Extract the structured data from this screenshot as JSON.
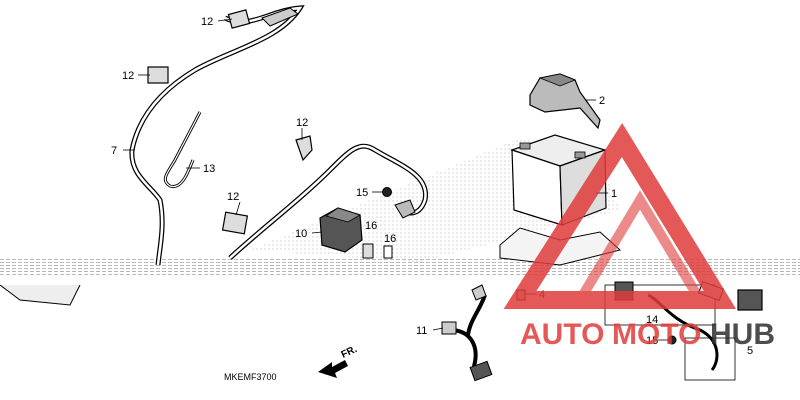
{
  "diagram": {
    "code": "MKEMF3700",
    "direction": "FR.",
    "callouts": {
      "c1": "1",
      "c2": "2",
      "c4": "4",
      "c5": "5",
      "c7": "7",
      "c10": "10",
      "c11": "11",
      "c12a": "12",
      "c12b": "12",
      "c12c": "12",
      "c12d": "12",
      "c13": "13",
      "c14": "14",
      "c15a": "15",
      "c15b": "15",
      "c16a": "16",
      "c16b": "16"
    }
  },
  "watermark": {
    "part1": "AUTO",
    "part2": "MOTO",
    "part3": "HUB",
    "colors": {
      "red": "#e03c3c",
      "dark": "#2f2f2f"
    }
  }
}
